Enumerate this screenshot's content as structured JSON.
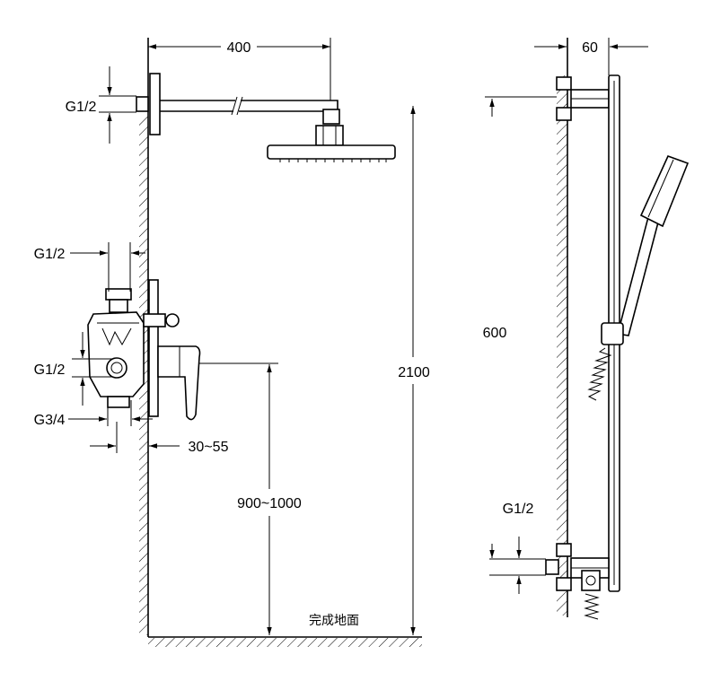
{
  "labels": {
    "arm_length": "400",
    "bar_offset": "60",
    "g12_arm_inlet": "G1/2",
    "g12_valve_top": "G1/2",
    "g12_valve_mid": "G1/2",
    "g34_valve": "G3/4",
    "wall_depth": "30~55",
    "total_height": "2100",
    "valve_height": "900~1000",
    "bar_length": "600",
    "g12_bar_inlet": "G1/2",
    "floor": "完成地面"
  }
}
